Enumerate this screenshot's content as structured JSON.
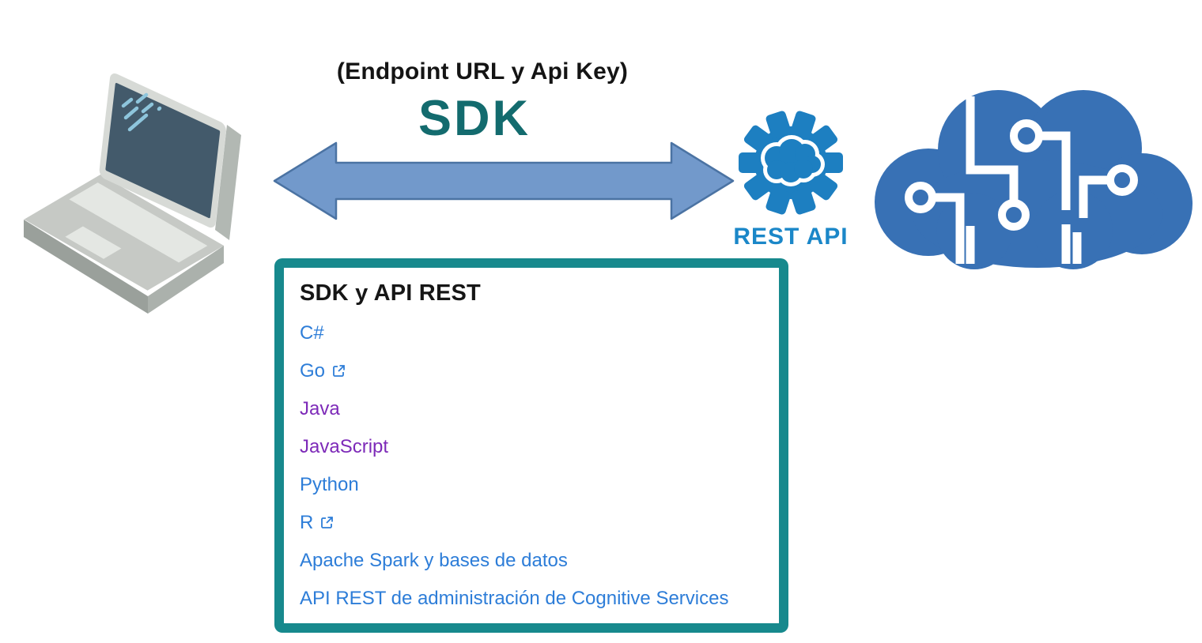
{
  "connector": {
    "caption": "(Endpoint URL y Api Key)",
    "label": "SDK"
  },
  "rest_api": {
    "label": "REST API"
  },
  "panel": {
    "title": "SDK y API REST",
    "links": [
      {
        "label": "C#",
        "external": false,
        "visited": false
      },
      {
        "label": "Go",
        "external": true,
        "visited": false
      },
      {
        "label": "Java",
        "external": false,
        "visited": true
      },
      {
        "label": "JavaScript",
        "external": false,
        "visited": true
      },
      {
        "label": "Python",
        "external": false,
        "visited": false
      },
      {
        "label": "R",
        "external": true,
        "visited": false
      },
      {
        "label": "Apache Spark y bases de datos",
        "external": false,
        "visited": false
      },
      {
        "label": "API REST de administración de Cognitive Services",
        "external": false,
        "visited": false
      }
    ]
  },
  "icons": {
    "left": "laptop-icon",
    "connector": "double-headed-arrow",
    "middle": "gear-cloud-icon",
    "right": "cloud-brain-circuit-icon",
    "link_suffix": "external-link-icon"
  },
  "colors": {
    "sdk_teal": "#136b6e",
    "panel_border_teal": "#17898d",
    "arrow_fill": "#7299cb",
    "arrow_stroke": "#4b73a3",
    "link_blue": "#2d7dd8",
    "link_visited_purple": "#7d2ab8",
    "rest_api_blue": "#1b87c8",
    "gear_blue": "#1d7fc1",
    "gear_shadow_blue": "#1a6ba6",
    "brain_blue": "#3871b5",
    "laptop_screen": "#435a6b",
    "laptop_body": "#c6c9c5"
  }
}
